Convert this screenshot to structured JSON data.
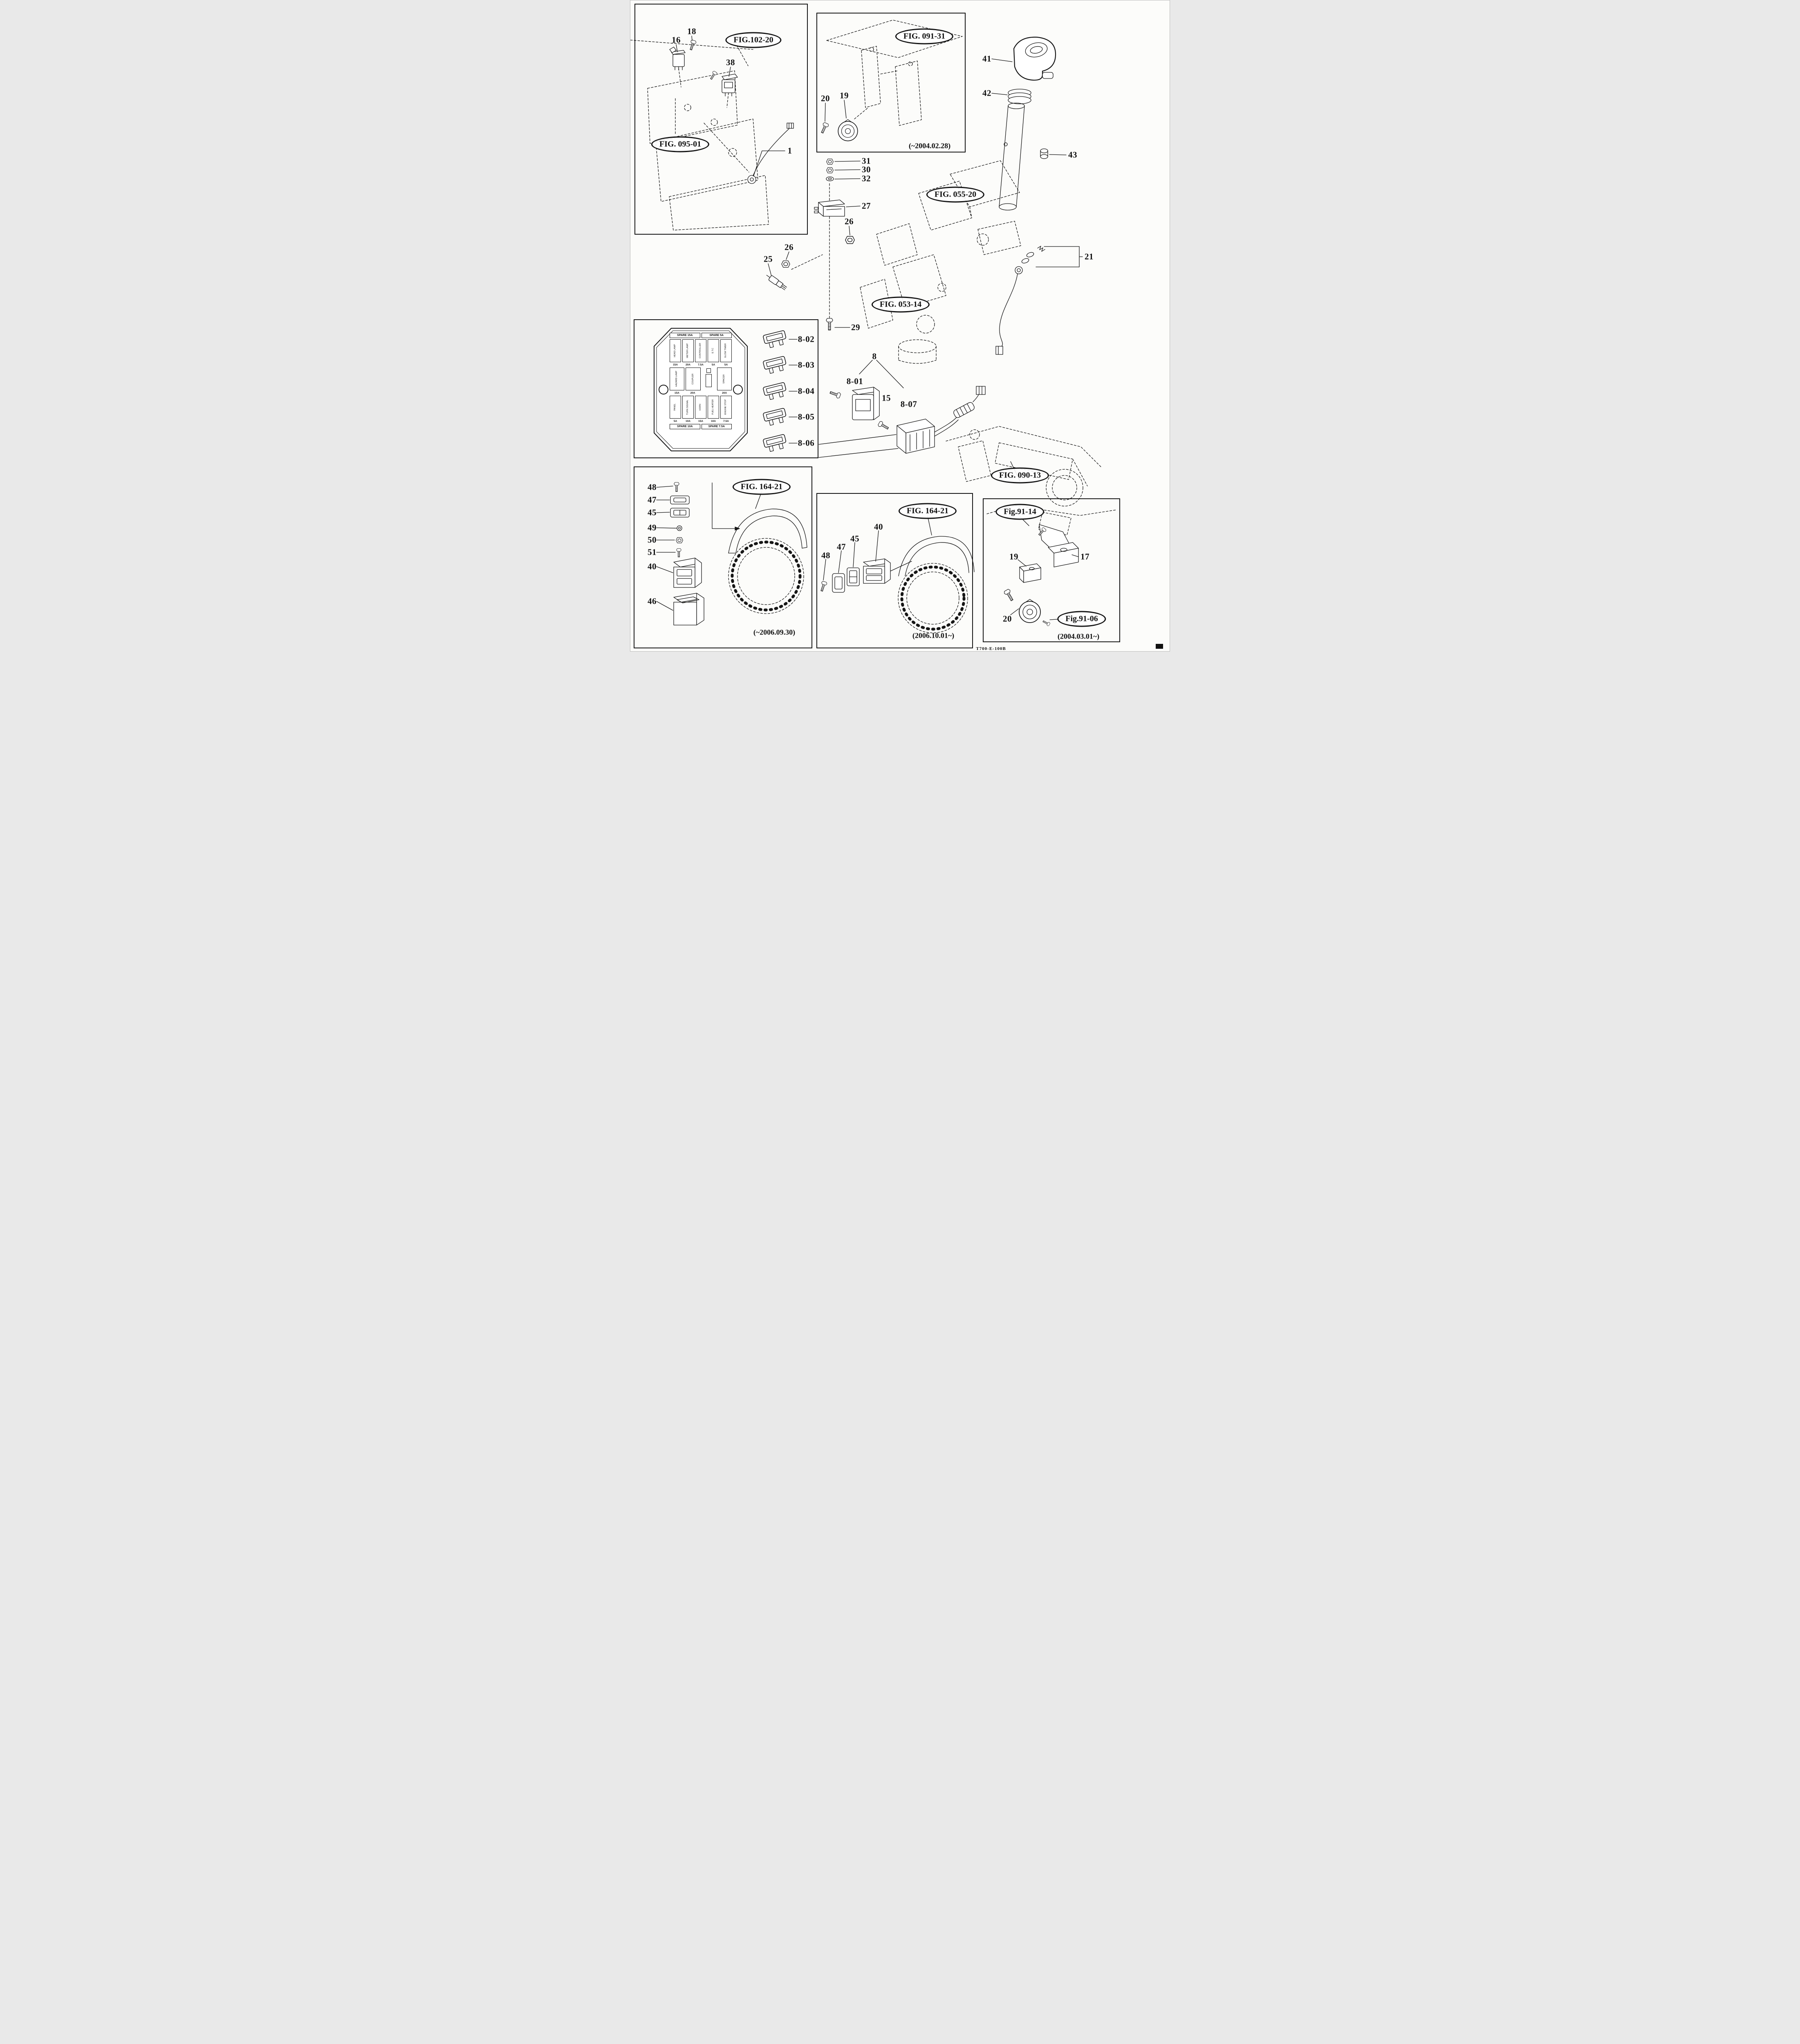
{
  "footer": {
    "code": "T700-E-100B"
  },
  "panels": {
    "engine_left": {
      "fig_a": "FIG.102-20",
      "fig_b": "FIG. 095-01",
      "parts": {
        "p16": "16",
        "p18": "18",
        "p38": "38",
        "p1": "1"
      }
    },
    "frame_top": {
      "fig": "FIG. 091-31",
      "parts": {
        "p20": "20",
        "p19": "19"
      },
      "date": "(~2004.02.28)"
    },
    "key_column": {
      "fig_a": "FIG. 055-20",
      "fig_b": "FIG. 053-14",
      "fig_c": "FIG. 090-13",
      "parts": {
        "p41": "41",
        "p42": "42",
        "p43": "43",
        "p21": "21",
        "p31": "31",
        "p30": "30",
        "p32": "32",
        "p27": "27",
        "p26a": "26",
        "p26b": "26",
        "p25": "25",
        "p29": "29",
        "p8": "8",
        "p8_01": "8-01",
        "p15": "15",
        "p8_07": "8-07"
      }
    },
    "fuse_box": {
      "spares": {
        "top_left": "SPARE 15A",
        "top_right": "SPARE 5A",
        "bottom_left": "SPARE 10A",
        "bottom_right": "SPARE 7.5A"
      },
      "row1": {
        "labels": [
          "HEAD LAMP",
          "METER LAMP",
          "CONTROLLER",
          "E.T.C",
          "GLOW TIMER"
        ],
        "amps": [
          "15A",
          "20A",
          "7.5A",
          "5A",
          "5A"
        ]
      },
      "row2": {
        "labels": [
          "HAZARD LAMP",
          "COUPLER",
          "SPACER"
        ],
        "amps": [
          "15A",
          "20A",
          "20A"
        ]
      },
      "row3": {
        "labels": [
          "PANEL",
          "TURN SIGNAL",
          "HORN",
          "FUEL HEATER",
          "ENGINE STOP"
        ],
        "amps": [
          "5A",
          "10A",
          "15A",
          "10A",
          "7.5A"
        ]
      },
      "fuses": [
        {
          "label": "8-02"
        },
        {
          "label": "8-03"
        },
        {
          "label": "8-04"
        },
        {
          "label": "8-05"
        },
        {
          "label": "8-06"
        }
      ]
    },
    "switch_left": {
      "fig": "FIG. 164-21",
      "parts": {
        "p48": "48",
        "p47": "47",
        "p45": "45",
        "p49": "49",
        "p50": "50",
        "p51": "51",
        "p40": "40",
        "p46": "46"
      },
      "date": "(~2006.09.30)"
    },
    "switch_mid": {
      "fig": "FIG. 164-21",
      "parts": {
        "p40": "40",
        "p45": "45",
        "p47": "47",
        "p48": "48"
      },
      "date": "(2006.10.01~)"
    },
    "horn_right": {
      "fig_a": "Fig.91-14",
      "fig_b": "Fig.91-06",
      "parts": {
        "p19": "19",
        "p17": "17",
        "p20": "20"
      },
      "date": "(2004.03.01~)"
    }
  }
}
